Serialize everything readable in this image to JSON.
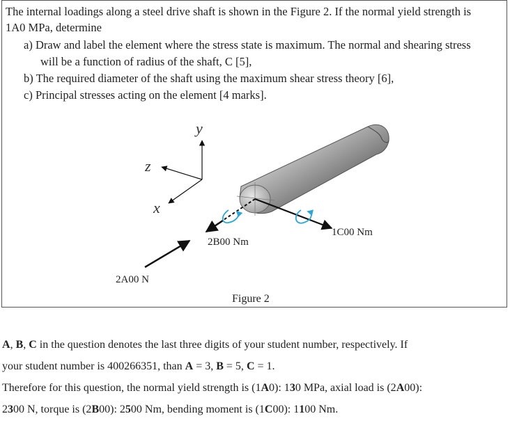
{
  "question": {
    "intro": "The internal loadings along a steel drive shaft is shown in the Figure 2. If the normal yield strength is 1A0 MPa, determine",
    "items": [
      {
        "marker": "a)",
        "text": "Draw and label the element where the stress state is maximum. The normal and shearing stress will be a function of radius of the shaft, C [5],"
      },
      {
        "marker": "b)",
        "text": "The required diameter of the shaft using the maximum shear stress theory [6],"
      },
      {
        "marker": "c)",
        "text": "Principal stresses acting on the element [4 marks]."
      }
    ]
  },
  "figure": {
    "axis_y": "y",
    "axis_z": "z",
    "axis_x": "x",
    "torque_label": "2B00 Nm",
    "moment_label": "1C00 Nm",
    "axial_label": "2A00 N",
    "caption": "Figure 2"
  },
  "note": {
    "line1_parts": [
      "A",
      ", ",
      "B",
      ", ",
      "C",
      " in the question denotes the last three digits of your student number, respectively. If"
    ],
    "line2": "your student number is 400266351, than ",
    "line2_parts": [
      "A",
      " = 3, ",
      "B",
      " = 5, ",
      "C",
      " = 1."
    ],
    "line3_parts": [
      "Therefore for this question, the normal yield strength is (1",
      "A",
      "0): 1",
      "3",
      "0 MPa, axial load is (2",
      "A",
      "00):"
    ],
    "line4_parts": [
      "2",
      "3",
      "00 N, torque is (2",
      "B",
      "00): 2",
      "5",
      "00 Nm, bending moment is (1",
      "C",
      "00): 1",
      "1",
      "00 Nm."
    ]
  },
  "colors": {
    "shaft_light": "#f2f2f2",
    "shaft_dark": "#555555",
    "rotation_arrow": "#2aa7d8",
    "border": "#555555"
  }
}
